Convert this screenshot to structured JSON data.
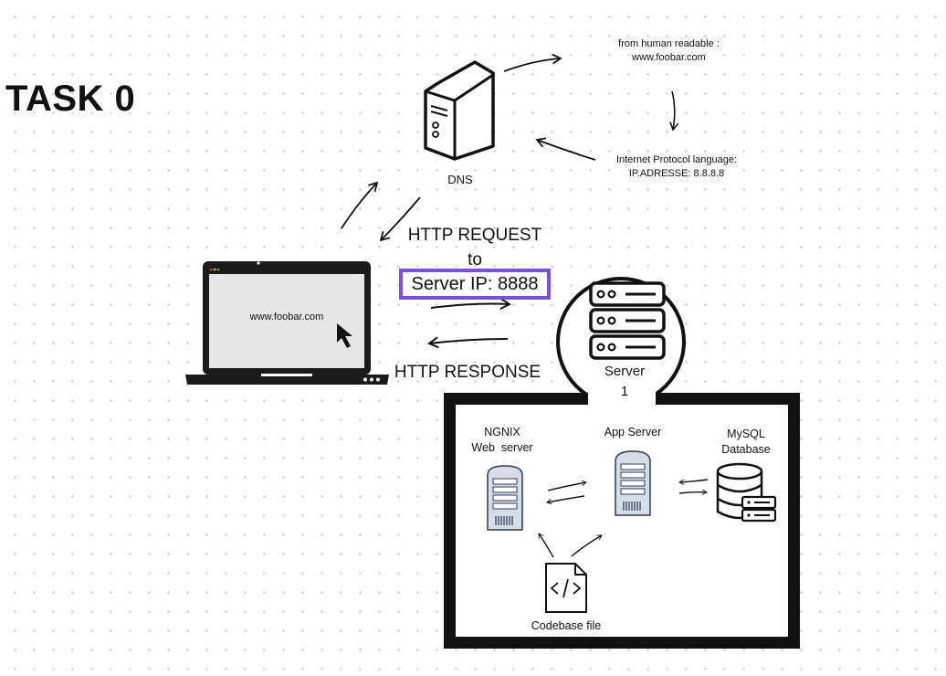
{
  "title": "TASK 0",
  "dns": {
    "label": "DNS",
    "note_top_line1": "from human readable :",
    "note_top_line2": "www.foobar.com",
    "note_bottom_line1": "Internet Protocol language:",
    "note_bottom_line2": "IP.ADRESSE: 8.8.8.8"
  },
  "laptop": {
    "screen_text": "www.foobar.com"
  },
  "http": {
    "request_line1": "HTTP REQUEST",
    "request_line2": "to",
    "server_ip": "Server IP: 8888",
    "response": "HTTP RESPONSE"
  },
  "server": {
    "label_line1": "Server",
    "label_line2": "1"
  },
  "components": {
    "nginx_line1": "NGNIX",
    "nginx_line2": "Web  server",
    "app_server": "App Server",
    "mysql_line1": "MySQL",
    "mysql_line2": "Database",
    "codebase": "Codebase file"
  },
  "colors": {
    "highlight": "#7b4fe0",
    "ink": "#111111"
  }
}
